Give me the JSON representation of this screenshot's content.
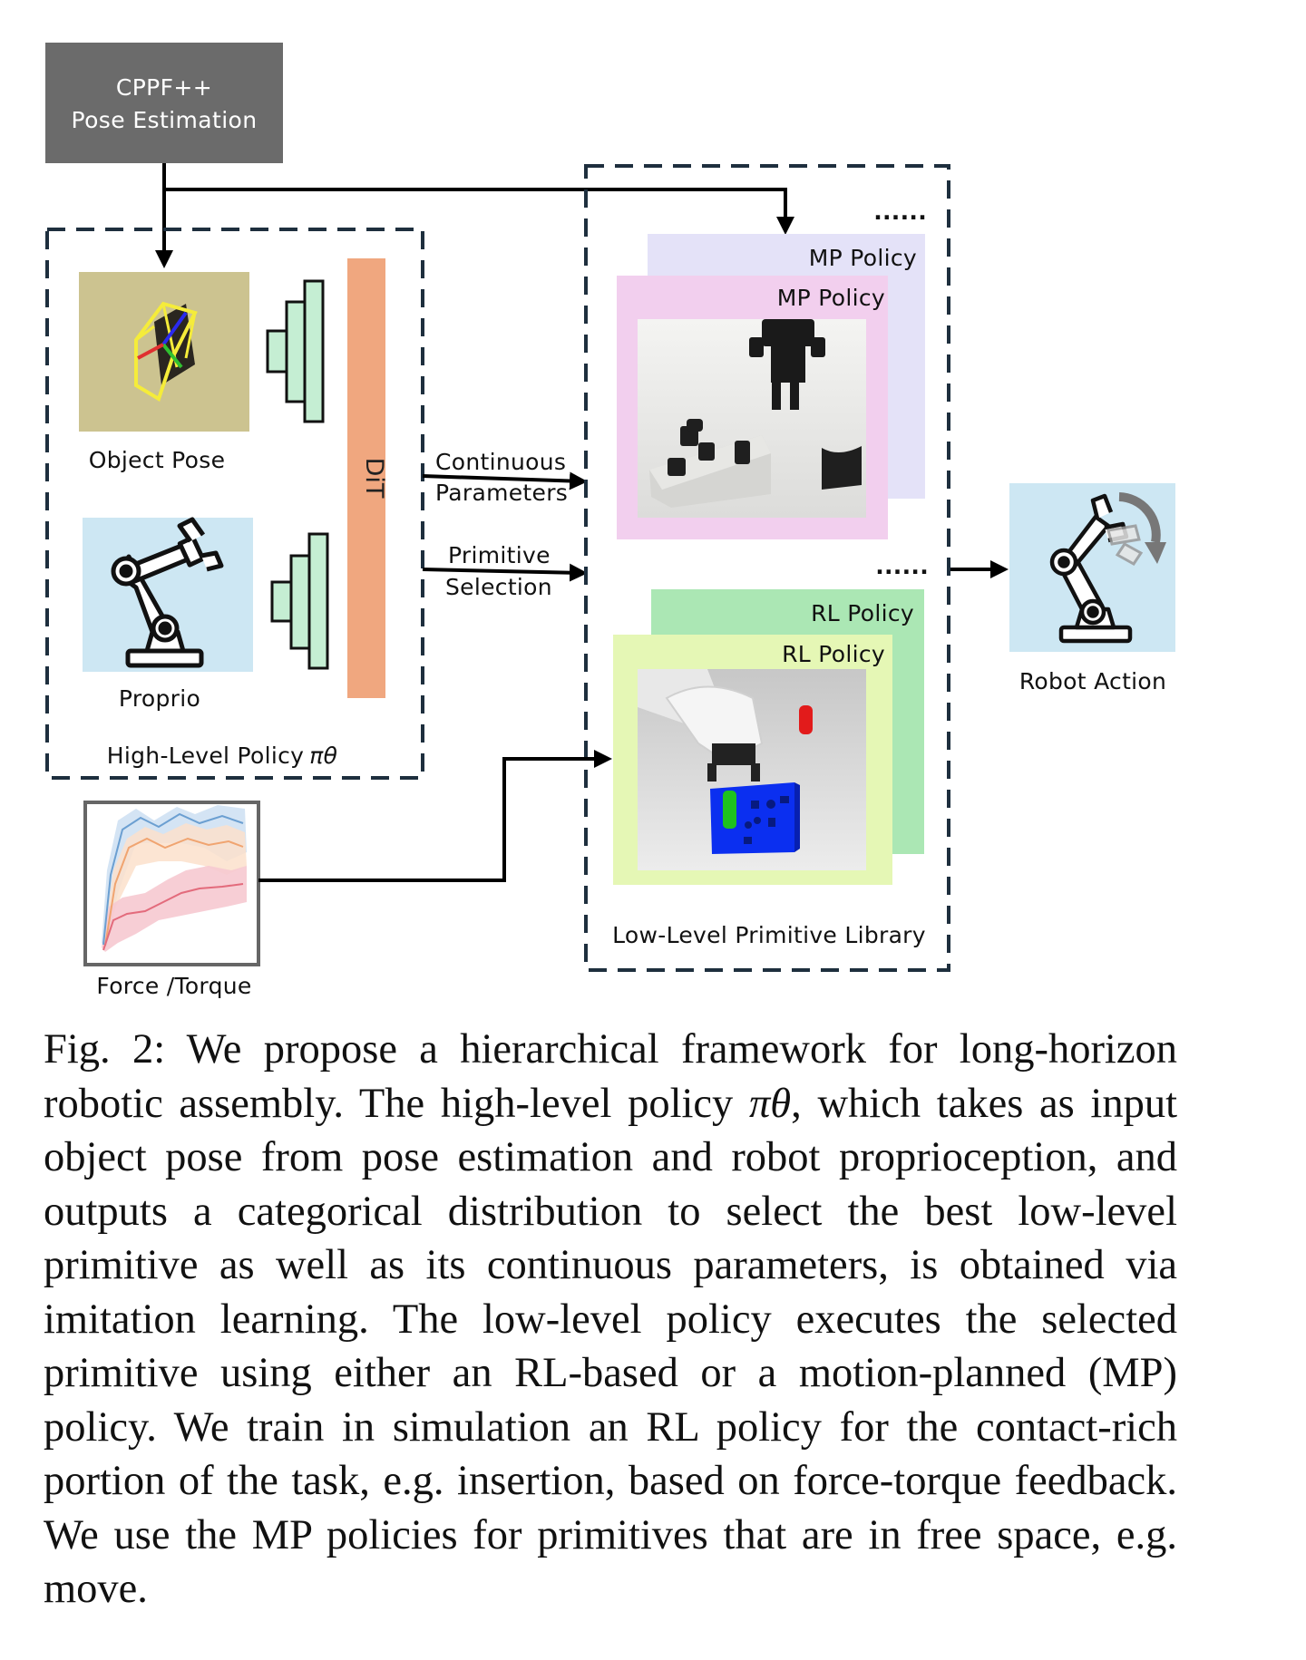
{
  "diagram": {
    "pose_estimation": {
      "line1": "CPPF++",
      "line2": "Pose Estimation"
    },
    "high_level": {
      "object_pose_label": "Object Pose",
      "proprio_label": "Proprio",
      "dit_label": "DiT",
      "policy_label": "High-Level Policy",
      "policy_symbol": "πθ"
    },
    "edges": {
      "continuous_line1": "Continuous",
      "continuous_line2": "Parameters",
      "primitive_line1": "Primitive",
      "primitive_line2": "Selection"
    },
    "low_level": {
      "mp_back_label": "MP Policy",
      "mp_front_label": "MP Policy",
      "rl_back_label": "RL Policy",
      "rl_front_label": "RL Policy",
      "ellipsis_top": "......",
      "ellipsis_mid": "......",
      "library_label": "Low-Level Primitive Library"
    },
    "robot_action_label": "Robot Action",
    "force_torque_label": "Force /Torque",
    "colors": {
      "pose_box": "#6b6b6b",
      "dit_bar": "#f0a77f",
      "encoder": "#c5eed3",
      "mp_back": "#e4e2f8",
      "mp_front": "#f2cfee",
      "rl_back": "#abe7b4",
      "rl_front": "#e5f7b5",
      "proprio_bg": "#cde7f3",
      "robot_action_bg": "#cde7f3"
    },
    "icons": [
      "pose-axes-icon",
      "robot-arm-icon",
      "rotate-arrow-icon"
    ]
  },
  "caption": {
    "label": "Fig. 2:",
    "part1": " We propose a hierarchical framework for long-horizon robotic assembly. The high-level policy ",
    "policy_symbol": "πθ",
    "part2": ", which takes as input object pose from pose estimation and robot propriocep­tion, and outputs a categorical distribution to select the best low-level primitive as well as its continuous parameters, is obtained via imitation learning. The low-level policy executes the selected primitive using either an RL-based or a motion-planned (MP) policy. We train in simulation an RL policy for the contact-rich portion of the task, e.g. insertion, based on force-torque feedback. We use the MP policies for primitives that are in free space, e.g. move."
  }
}
